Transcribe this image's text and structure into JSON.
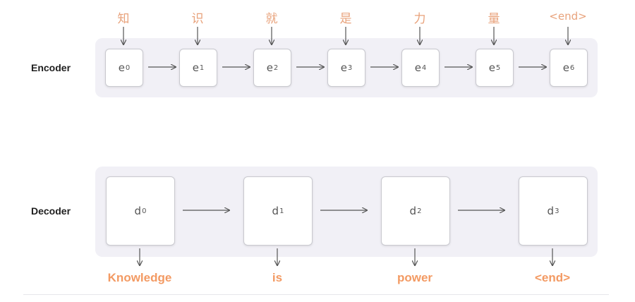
{
  "encoder": {
    "label": "Encoder",
    "input_tokens": [
      "知",
      "识",
      "就",
      "是",
      "力",
      "量",
      "<end>"
    ],
    "nodes": [
      {
        "letter": "e",
        "sub": "0"
      },
      {
        "letter": "e",
        "sub": "1"
      },
      {
        "letter": "e",
        "sub": "2"
      },
      {
        "letter": "e",
        "sub": "3"
      },
      {
        "letter": "e",
        "sub": "4"
      },
      {
        "letter": "e",
        "sub": "5"
      },
      {
        "letter": "e",
        "sub": "6"
      }
    ]
  },
  "decoder": {
    "label": "Decoder",
    "nodes": [
      {
        "letter": "d",
        "sub": "0"
      },
      {
        "letter": "d",
        "sub": "1"
      },
      {
        "letter": "d",
        "sub": "2"
      },
      {
        "letter": "d",
        "sub": "3"
      }
    ],
    "output_tokens": [
      "Knowledge",
      "is",
      "power",
      "<end>"
    ]
  },
  "colors": {
    "input_token": "#e8a27b",
    "output_token": "#f39a63",
    "panel": "#f1f0f6",
    "arrow": "#555555"
  }
}
